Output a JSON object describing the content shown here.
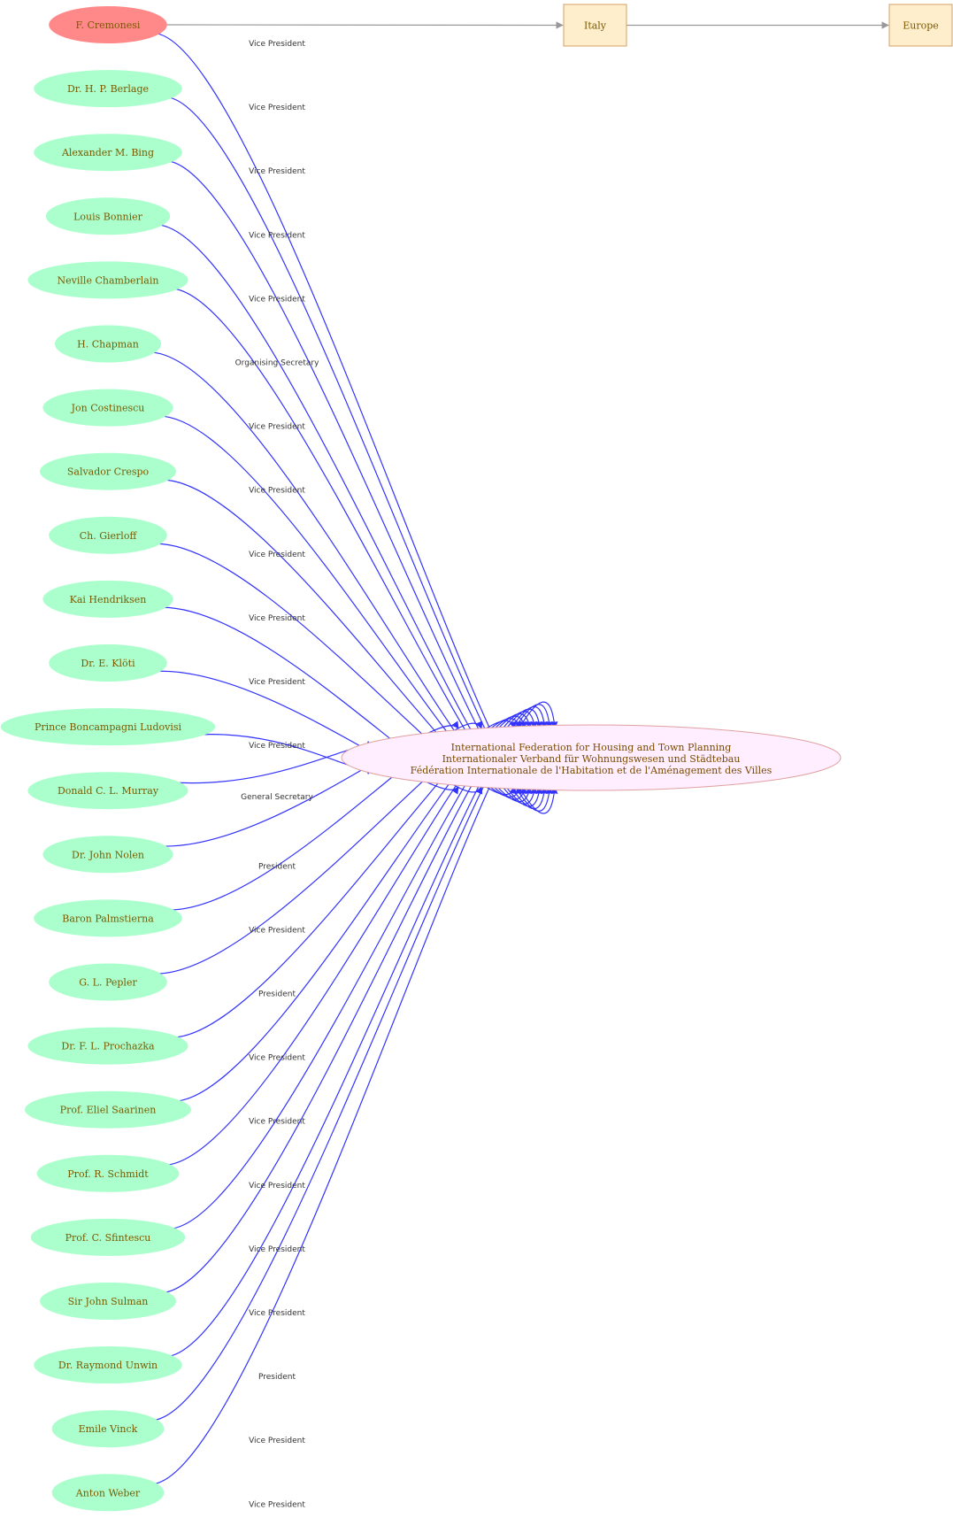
{
  "colors": {
    "person_fill": "#aaffcc",
    "highlight_fill": "#ff8888",
    "center_fill": "#ffeeff",
    "center_stroke": "#e0a0a0",
    "box_fill": "#ffeecc",
    "box_stroke": "#d4a060",
    "edge_blue": "#3333ff",
    "edge_gray": "#999999"
  },
  "center": {
    "lines": [
      "International Federation for Housing and Town Planning",
      "Internationaler Verband für Wohnungswesen und Städtebau",
      "Fédération Internationale de l'Habitation et de l'Aménagement des Villes"
    ]
  },
  "boxes": [
    {
      "id": "italy",
      "label": "Italy"
    },
    {
      "id": "europe",
      "label": "Europe"
    }
  ],
  "box_edges": [
    {
      "from": "highlight",
      "to": "italy"
    },
    {
      "from": "italy",
      "to": "europe"
    }
  ],
  "people": [
    {
      "name": "F. Cremonesi",
      "role": "Vice President",
      "highlight": true
    },
    {
      "name": "Dr. H. P. Berlage",
      "role": "Vice President"
    },
    {
      "name": "Alexander M. Bing",
      "role": "Vice President"
    },
    {
      "name": "Louis Bonnier",
      "role": "Vice President"
    },
    {
      "name": "Neville Chamberlain",
      "role": "Vice President"
    },
    {
      "name": "H. Chapman",
      "role": "Organising Secretary"
    },
    {
      "name": "Jon Costinescu",
      "role": "Vice President"
    },
    {
      "name": "Salvador Crespo",
      "role": "Vice President"
    },
    {
      "name": "Ch. Gierloff",
      "role": "Vice President"
    },
    {
      "name": "Kai Hendriksen",
      "role": "Vice President"
    },
    {
      "name": "Dr. E. Klöti",
      "role": "Vice President"
    },
    {
      "name": "Prince  Boncampagni Ludovisi",
      "role": "Vice President"
    },
    {
      "name": "Donald C. L. Murray",
      "role": "General Secretary"
    },
    {
      "name": "Dr. John Nolen",
      "role": "President"
    },
    {
      "name": "Baron Palmstierna",
      "role": "Vice President"
    },
    {
      "name": "G. L. Pepler",
      "role": "President"
    },
    {
      "name": "Dr. F. L. Prochazka",
      "role": "Vice President"
    },
    {
      "name": "Prof. Eliel Saarinen",
      "role": "Vice President"
    },
    {
      "name": "Prof. R. Schmidt",
      "role": "Vice President"
    },
    {
      "name": "Prof. C. Sfintescu",
      "role": "Vice President"
    },
    {
      "name": "Sir John Sulman",
      "role": "Vice President"
    },
    {
      "name": "Dr. Raymond Unwin",
      "role": "President"
    },
    {
      "name": "Emile Vinck",
      "role": "Vice President"
    },
    {
      "name": "Anton Weber",
      "role": "Vice President"
    }
  ]
}
